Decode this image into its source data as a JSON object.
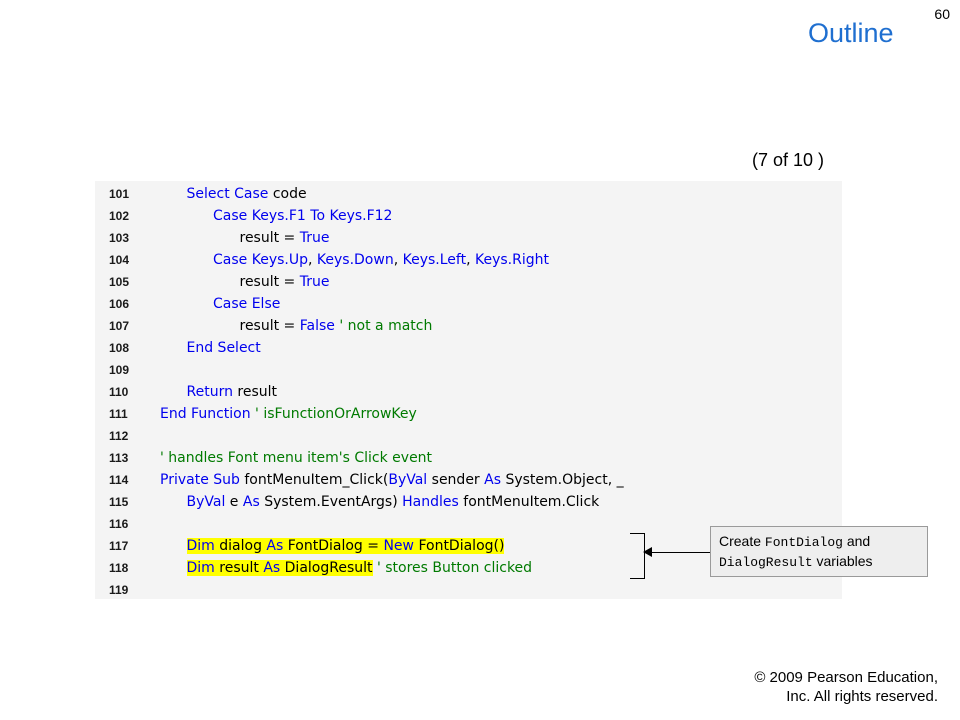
{
  "header": {
    "page_number": "60",
    "title": "Outline",
    "progress": "(7 of 10 )"
  },
  "code": {
    "lines": [
      {
        "num": "101",
        "indent": 1,
        "tokens": [
          {
            "t": "Select Case",
            "c": "kw"
          },
          {
            "t": " code",
            "c": "tx"
          }
        ]
      },
      {
        "num": "102",
        "indent": 2,
        "tokens": [
          {
            "t": "Case",
            "c": "kw"
          },
          {
            "t": " Keys.F1 ",
            "c": "kw"
          },
          {
            "t": "To",
            "c": "kw"
          },
          {
            "t": " Keys.F12",
            "c": "kw"
          }
        ]
      },
      {
        "num": "103",
        "indent": 3,
        "tokens": [
          {
            "t": "result = ",
            "c": "tx"
          },
          {
            "t": "True",
            "c": "kw"
          }
        ]
      },
      {
        "num": "104",
        "indent": 2,
        "tokens": [
          {
            "t": "Case",
            "c": "kw"
          },
          {
            "t": " Keys.Up",
            "c": "kw"
          },
          {
            "t": ", ",
            "c": "tx"
          },
          {
            "t": "Keys.Down",
            "c": "kw"
          },
          {
            "t": ", ",
            "c": "tx"
          },
          {
            "t": "Keys.Left",
            "c": "kw"
          },
          {
            "t": ", ",
            "c": "tx"
          },
          {
            "t": "Keys.Right",
            "c": "kw"
          }
        ]
      },
      {
        "num": "105",
        "indent": 3,
        "tokens": [
          {
            "t": "result = ",
            "c": "tx"
          },
          {
            "t": "True",
            "c": "kw"
          }
        ]
      },
      {
        "num": "106",
        "indent": 2,
        "tokens": [
          {
            "t": "Case Else",
            "c": "kw"
          }
        ]
      },
      {
        "num": "107",
        "indent": 3,
        "tokens": [
          {
            "t": "result = ",
            "c": "tx"
          },
          {
            "t": "False",
            "c": "kw"
          },
          {
            "t": " ' not a match",
            "c": "cm"
          }
        ]
      },
      {
        "num": "108",
        "indent": 1,
        "tokens": [
          {
            "t": "End Select",
            "c": "kw"
          }
        ]
      },
      {
        "num": "109",
        "indent": 0,
        "tokens": []
      },
      {
        "num": "110",
        "indent": 1,
        "tokens": [
          {
            "t": "Return",
            "c": "kw"
          },
          {
            "t": " result",
            "c": "tx"
          }
        ]
      },
      {
        "num": "111",
        "indent": 0,
        "tokens": [
          {
            "t": "End Function",
            "c": "kw"
          },
          {
            "t": " ' isFunctionOrArrowKey",
            "c": "cm"
          }
        ]
      },
      {
        "num": "112",
        "indent": 0,
        "tokens": []
      },
      {
        "num": "113",
        "indent": 0,
        "tokens": [
          {
            "t": "' handles Font menu item's Click event",
            "c": "cm"
          }
        ]
      },
      {
        "num": "114",
        "indent": 0,
        "tokens": [
          {
            "t": "Private Sub",
            "c": "kw"
          },
          {
            "t": " fontMenuItem_Click(",
            "c": "tx"
          },
          {
            "t": "ByVal",
            "c": "kw"
          },
          {
            "t": " sender ",
            "c": "tx"
          },
          {
            "t": "As",
            "c": "kw"
          },
          {
            "t": " System.Object, _",
            "c": "tx"
          }
        ]
      },
      {
        "num": "115",
        "indent": 1,
        "tokens": [
          {
            "t": "ByVal",
            "c": "kw"
          },
          {
            "t": " e ",
            "c": "tx"
          },
          {
            "t": "As",
            "c": "kw"
          },
          {
            "t": " System.EventArgs) ",
            "c": "tx"
          },
          {
            "t": "Handles",
            "c": "kw"
          },
          {
            "t": " fontMenuItem.Click",
            "c": "tx"
          }
        ]
      },
      {
        "num": "116",
        "indent": 0,
        "tokens": []
      },
      {
        "num": "117",
        "indent": 1,
        "highlight": true,
        "tokens": [
          {
            "t": "Dim",
            "c": "kw"
          },
          {
            "t": " dialog ",
            "c": "tx"
          },
          {
            "t": "As",
            "c": "kw"
          },
          {
            "t": " FontDialog = ",
            "c": "tx"
          },
          {
            "t": "New",
            "c": "kw"
          },
          {
            "t": " FontDialog()",
            "c": "tx"
          }
        ]
      },
      {
        "num": "118",
        "indent": 1,
        "highlight": true,
        "tokens": [
          {
            "t": "Dim",
            "c": "kw"
          },
          {
            "t": " result ",
            "c": "tx"
          },
          {
            "t": "As",
            "c": "kw"
          },
          {
            "t": " DialogResult",
            "c": "tx"
          },
          {
            "t": " ' stores Button clicked",
            "c": "cm",
            "nohl": true
          }
        ]
      },
      {
        "num": "119",
        "indent": 0,
        "tokens": []
      }
    ]
  },
  "callout": {
    "prefix": "Create ",
    "code1": "FontDialog",
    "middle": " and",
    "code2": "DialogResult",
    "suffix": " variables"
  },
  "footer": {
    "copyright_line1": "© 2009 Pearson Education,",
    "copyright_line2": "Inc.  All rights reserved."
  },
  "colors": {
    "title": "#1f6fd0",
    "keyword": "#0000ee",
    "comment": "#007a00",
    "highlight": "#ffff00",
    "code_bg": "#f4f4f4"
  }
}
